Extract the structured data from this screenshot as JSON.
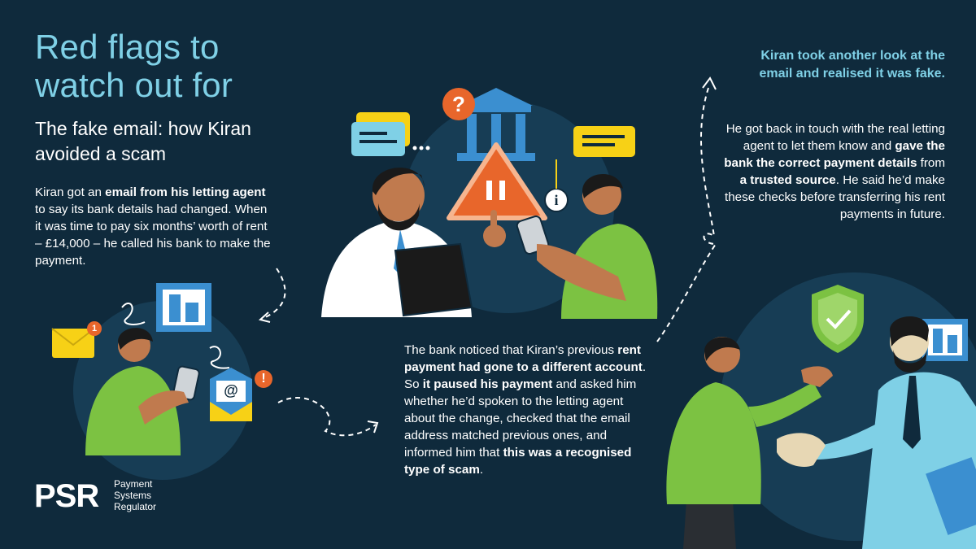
{
  "title": "Red flags to watch out for",
  "subtitle": "The fake email: how Kiran avoided a scam",
  "panel1": {
    "t1": "Kiran got an ",
    "b1": "email from his letting agent",
    "t2": " to say its bank details had changed. When it was time to pay six months’ worth of rent – £14,000 – he called his bank to make the payment."
  },
  "panel2": {
    "t1": "The bank noticed that Kiran’s previous ",
    "b1": "rent payment had gone to a different account",
    "t2": ". So ",
    "b2": "it paused his payment",
    "t3": " and asked him whether he’d spoken to the letting agent about the change, checked that the email address matched previous ones, and informed him that ",
    "b3": "this was a recognised type of scam",
    "t4": "."
  },
  "panel3": {
    "heading": "Kiran took another look at the email and realised it was fake.",
    "t1": "He got back in touch with the real letting agent to let them know and ",
    "b1": "gave the bank the correct payment details",
    "t2": " from ",
    "b2": "a trusted source",
    "t3": ". He said he’d make these checks before transferring his rent payments in future."
  },
  "badges": {
    "notification_count": "1",
    "exclamation": "!",
    "question": "?",
    "info": "i",
    "at_sign": "@"
  },
  "logo": {
    "mark": "PSR",
    "line1": "Payment",
    "line2": "Systems",
    "line3": "Regulator"
  },
  "colors": {
    "background": "#0f2a3c",
    "accent_blue": "#7fd0e6",
    "green": "#7cc242",
    "orange": "#e8662b",
    "yellow": "#f7d116"
  }
}
